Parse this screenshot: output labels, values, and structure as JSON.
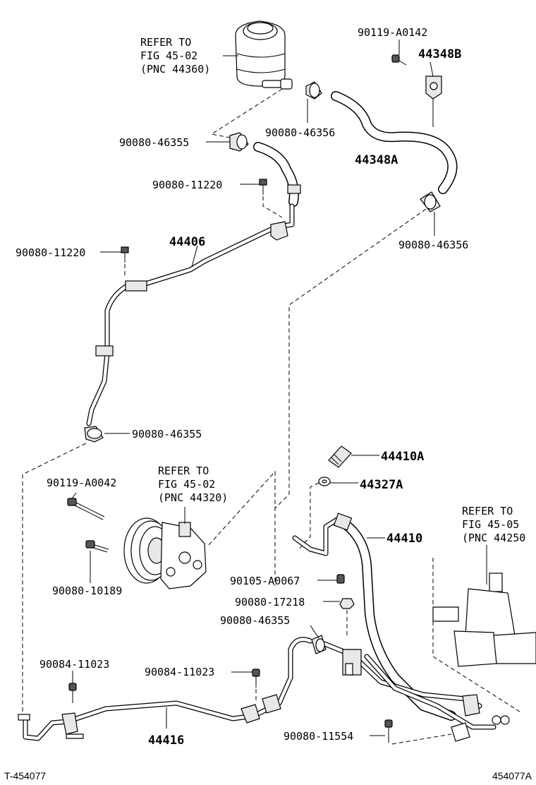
{
  "diagram": {
    "refs": {
      "reservoir": [
        "REFER TO",
        "FIG 45-02",
        "(PNC 44360)"
      ],
      "pump": [
        "REFER TO",
        "FIG 45-02",
        "(PNC 44320)"
      ],
      "gear": [
        "REFER TO",
        "FIG 45-05",
        "(PNC 44250"
      ]
    },
    "parts": {
      "p90119_A0142": "90119-A0142",
      "p44348B": "44348B",
      "p90080_46356_top": "90080-46356",
      "p44348A": "44348A",
      "p90080_46355_a": "90080-46355",
      "p90080_11220_a": "90080-11220",
      "p90080_46356_right": "90080-46356",
      "p44406": "44406",
      "p90080_11220_b": "90080-11220",
      "p90080_46355_b": "90080-46355",
      "p44410A": "44410A",
      "p44327A": "44327A",
      "p90119_A0042": "90119-A0042",
      "p44410": "44410",
      "p90080_10189": "90080-10189",
      "p90105_A0067": "90105-A0067",
      "p90080_17218": "90080-17218",
      "p90080_46355_c": "90080-46355",
      "p90084_11023_a": "90084-11023",
      "p90084_11023_b": "90084-11023",
      "p44416": "44416",
      "p90080_11554": "90080-11554"
    },
    "footer": {
      "left_code": "T-454077",
      "right_code": "454077A"
    }
  }
}
